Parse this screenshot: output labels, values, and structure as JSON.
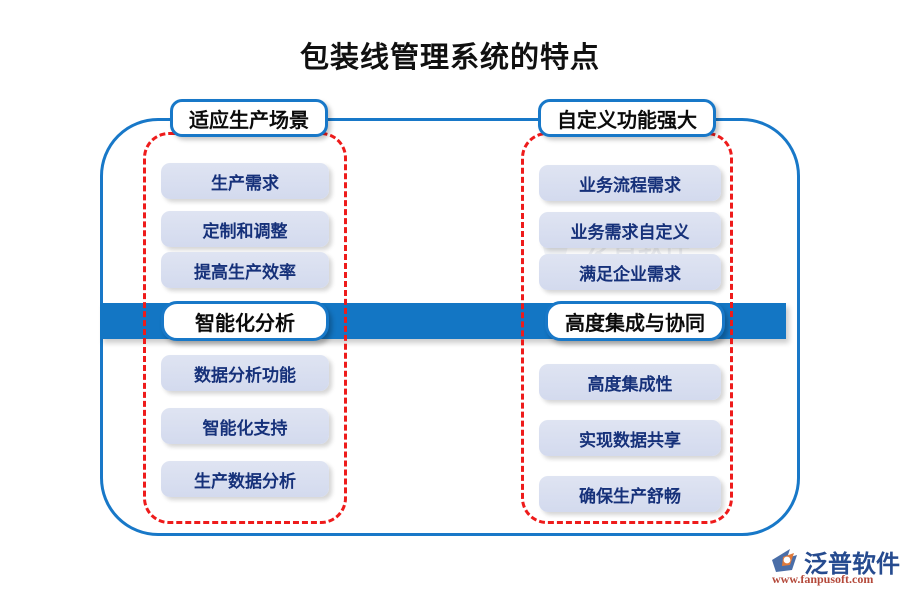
{
  "title": "包装线管理系统的特点",
  "colors": {
    "frame_blue": "#1878c8",
    "band_blue": "#1376c4",
    "dashed_red": "#ee1b1b",
    "item_fill": "#d6dcef",
    "item_text": "#16317a",
    "brand_blue": "#264b8f",
    "brand_red": "#b4493a"
  },
  "columns": [
    {
      "id": "left",
      "header": "适应生产场景",
      "items_top": [
        "生产需求",
        "定制和调整",
        "提高生产效率"
      ],
      "band_label": "智能化分析",
      "items_bottom": [
        "数据分析功能",
        "智能化支持",
        "生产数据分析"
      ]
    },
    {
      "id": "right",
      "header": "自定义功能强大",
      "items_top": [
        "业务流程需求",
        "业务需求自定义",
        "满足企业需求"
      ],
      "band_label": "高度集成与协同",
      "items_bottom": [
        "高度集成性",
        "实现数据共享",
        "确保生产舒畅"
      ]
    }
  ],
  "watermark": {
    "text": "泛普软件"
  },
  "brand": {
    "name": "泛普软件",
    "url": "www.fanpusoft.com"
  }
}
